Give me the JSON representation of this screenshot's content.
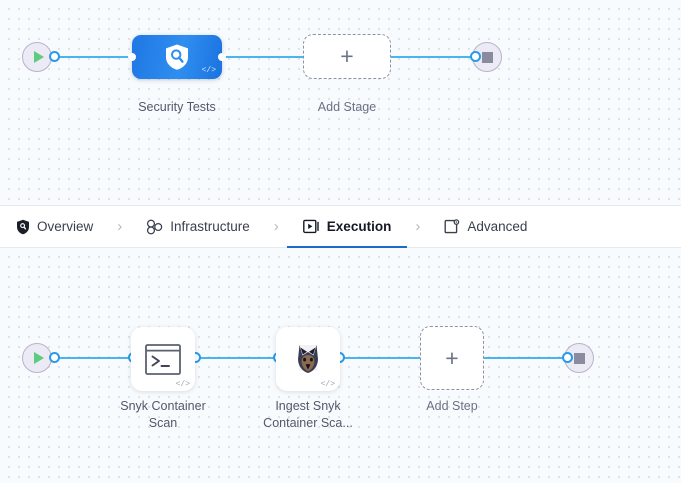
{
  "theme": {
    "canvas_bg": "#f8fbfd",
    "grid_dot": "#d3dbe5",
    "connector": "#4ab4ef",
    "port_ring": "#2a9ae8",
    "stage_blue": "#2f8ef0",
    "active_tab_underline": "#1f69c9",
    "start_green": "#5fcb7f",
    "stop_grey": "#8b8ba0",
    "label_text": "#53586b"
  },
  "stage_canvas": {
    "start_node": {
      "name": "pipeline-start",
      "icon": "play-icon"
    },
    "end_node": {
      "name": "pipeline-end",
      "icon": "stop-icon"
    },
    "stages": [
      {
        "label": "Security Tests",
        "icon": "shield-search-icon",
        "badge": "</>",
        "type": "stage"
      }
    ],
    "add_stage": {
      "label": "Add Stage",
      "icon": "plus-icon"
    }
  },
  "tabs": {
    "items": [
      {
        "label": "Overview",
        "icon": "shield-icon",
        "active": false
      },
      {
        "label": "Infrastructure",
        "icon": "nodes-icon",
        "active": false
      },
      {
        "label": "Execution",
        "icon": "play-box-icon",
        "active": true
      },
      {
        "label": "Advanced",
        "icon": "settings-box-icon",
        "active": false
      }
    ],
    "separator": "›"
  },
  "step_canvas": {
    "start_node": {
      "name": "execution-start",
      "icon": "play-icon"
    },
    "end_node": {
      "name": "execution-end",
      "icon": "stop-icon"
    },
    "steps": [
      {
        "label": "Snyk Container Scan",
        "label_line1": "Snyk Container",
        "label_line2": "Scan",
        "icon": "terminal-icon",
        "badge": "</>"
      },
      {
        "label": "Ingest Snyk Container Sca...",
        "label_line1": "Ingest Snyk",
        "label_line2": "Container Sca...",
        "icon": "snyk-dog-icon",
        "badge": "</>"
      }
    ],
    "add_step": {
      "label": "Add Step",
      "icon": "plus-icon"
    }
  }
}
